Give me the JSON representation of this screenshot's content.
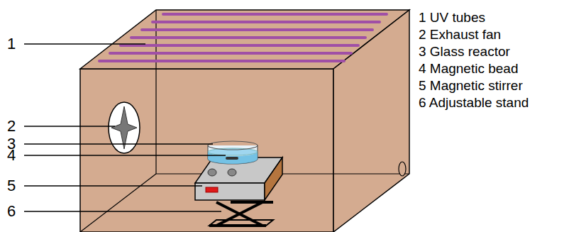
{
  "diagram": {
    "labels": [
      "1",
      "2",
      "3",
      "4",
      "5",
      "6",
      "1 UV tubes",
      "2 Exhaust fan",
      "3 Glass reactor",
      "4 Magnetic bead",
      "5 Magnetic stirrer",
      "6 Adjustable stand"
    ]
  }
}
